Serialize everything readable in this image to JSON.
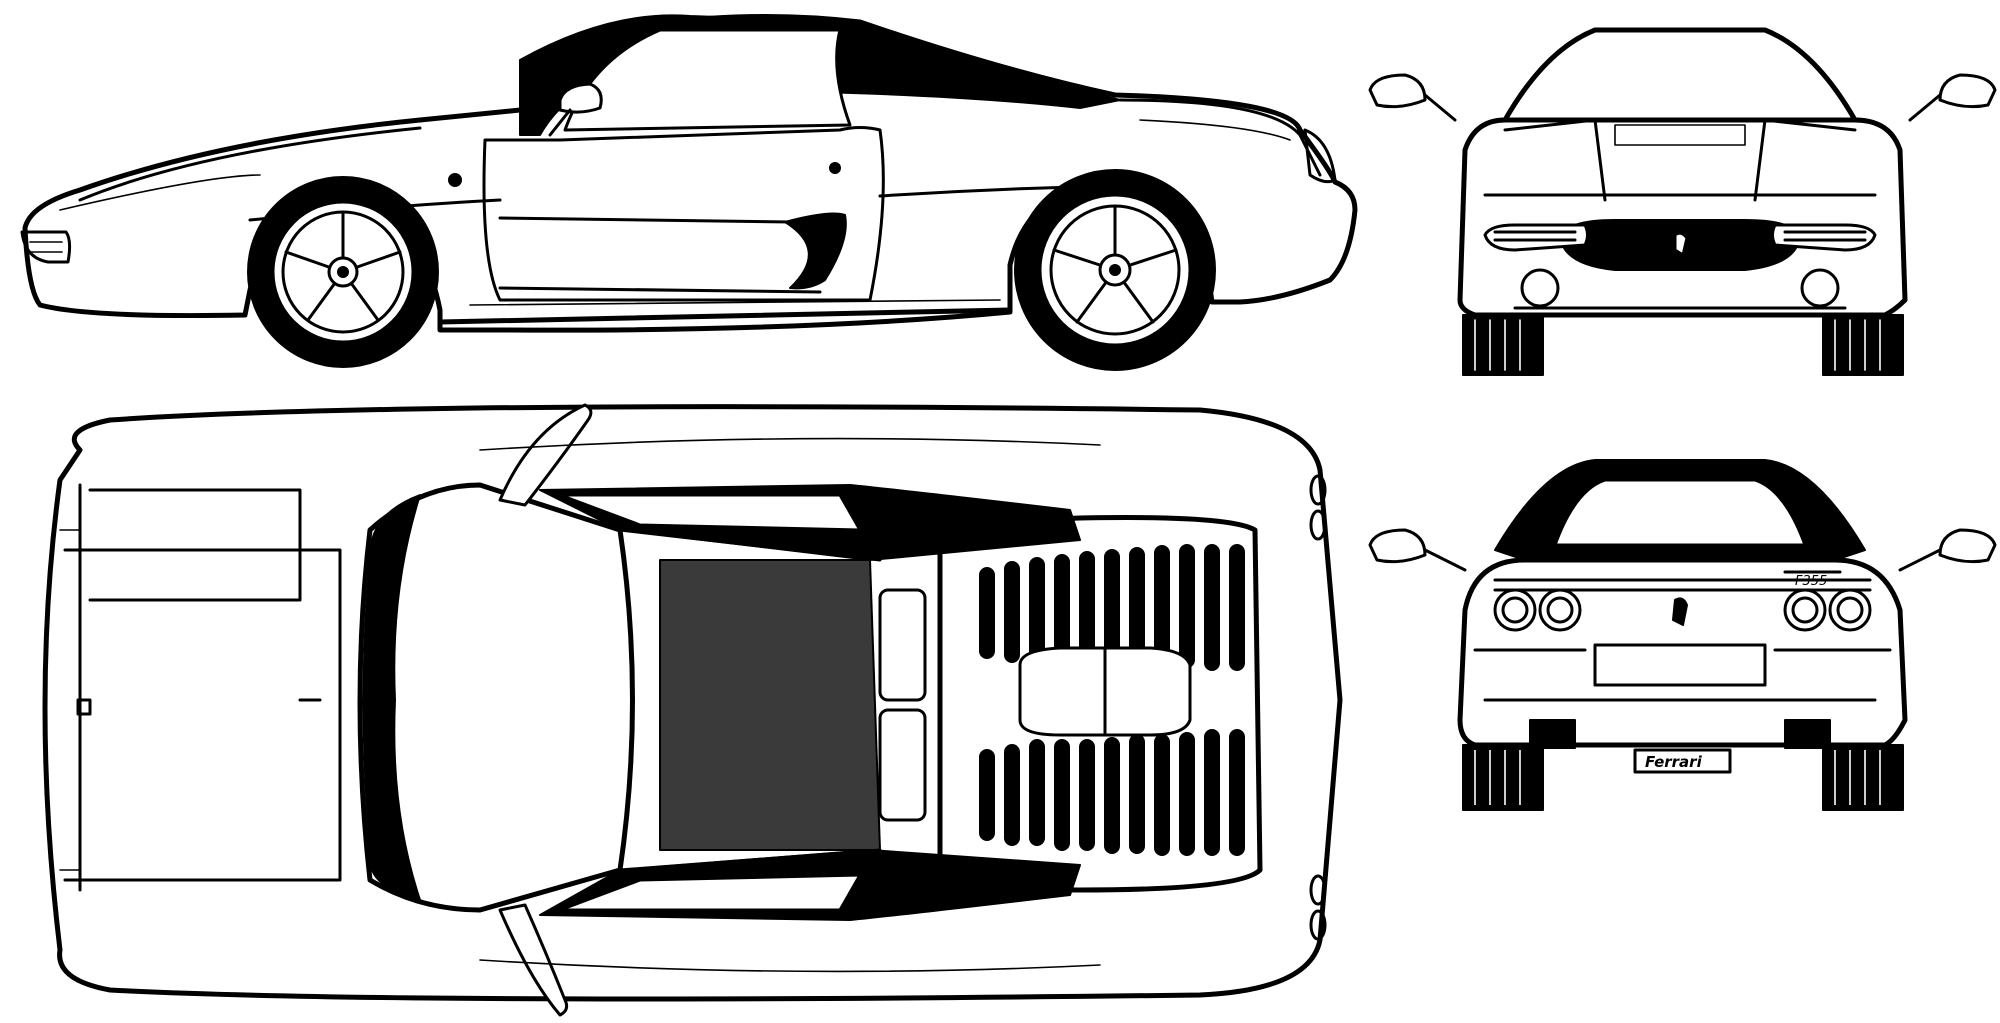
{
  "drawing": {
    "views": [
      "side",
      "front",
      "top",
      "rear"
    ],
    "wheel_style": "5-spoke",
    "rear_badge": "F355",
    "rear_plate_text": "Ferrari",
    "ink_color": "#000000",
    "paper_color": "#ffffff"
  }
}
